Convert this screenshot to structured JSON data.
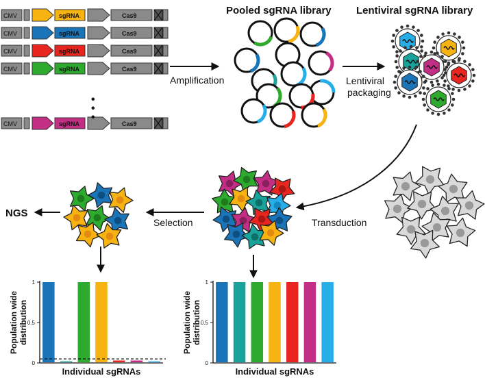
{
  "constructs": {
    "cmv_label": "CMV",
    "sgrna_label": "sgRNA",
    "cas9_label": "Cas9",
    "ellipsis": "•\n•\n•",
    "rows": [
      {
        "color": "#f6b312"
      },
      {
        "color": "#1a75b8"
      },
      {
        "color": "#e8251e"
      },
      {
        "color": "#2eab2e"
      },
      {
        "color": "#c42f86"
      }
    ]
  },
  "labels": {
    "amplification": "Amplification",
    "pooled_library": "Pooled sgRNA library",
    "lentiviral_packaging_1": "Lentiviral",
    "lentiviral_packaging_2": "packaging",
    "lentiviral_library": "Lentiviral sgRNA library",
    "ngs": "NGS",
    "selection": "Selection",
    "transduction": "Transduction"
  },
  "colors": {
    "blue": "#1a75b8",
    "yellow": "#f6b312",
    "green": "#2eab2e",
    "magenta": "#c42f86",
    "red": "#e8251e",
    "teal": "#1aa39a",
    "light_blue": "#27aee8",
    "grey_cell": "#d9d9d9",
    "grey_nucleus": "#999999"
  },
  "chart_data": [
    {
      "type": "bar",
      "ylabel": "Population wide\ndistribution",
      "xlabel": "Individual sgRNAs",
      "ylim": [
        0,
        1
      ],
      "yticks": [
        "0",
        "0.5",
        "1"
      ],
      "dashed_threshold": 0.05,
      "values": [
        1,
        0.02,
        1,
        1,
        0.03,
        0.03,
        0.02
      ],
      "colors": [
        "#1a75b8",
        "#1aa39a",
        "#2eab2e",
        "#f6b312",
        "#e8251e",
        "#c42f86",
        "#27aee8"
      ]
    },
    {
      "type": "bar",
      "ylabel": "Population wide\ndistribution",
      "xlabel": "Individual sgRNAs",
      "ylim": [
        0,
        1
      ],
      "yticks": [
        "0",
        "0.5",
        "1"
      ],
      "values": [
        1,
        1,
        1,
        1,
        1,
        1,
        1
      ],
      "colors": [
        "#1a75b8",
        "#1aa39a",
        "#2eab2e",
        "#f6b312",
        "#e8251e",
        "#c42f86",
        "#27aee8"
      ]
    }
  ]
}
